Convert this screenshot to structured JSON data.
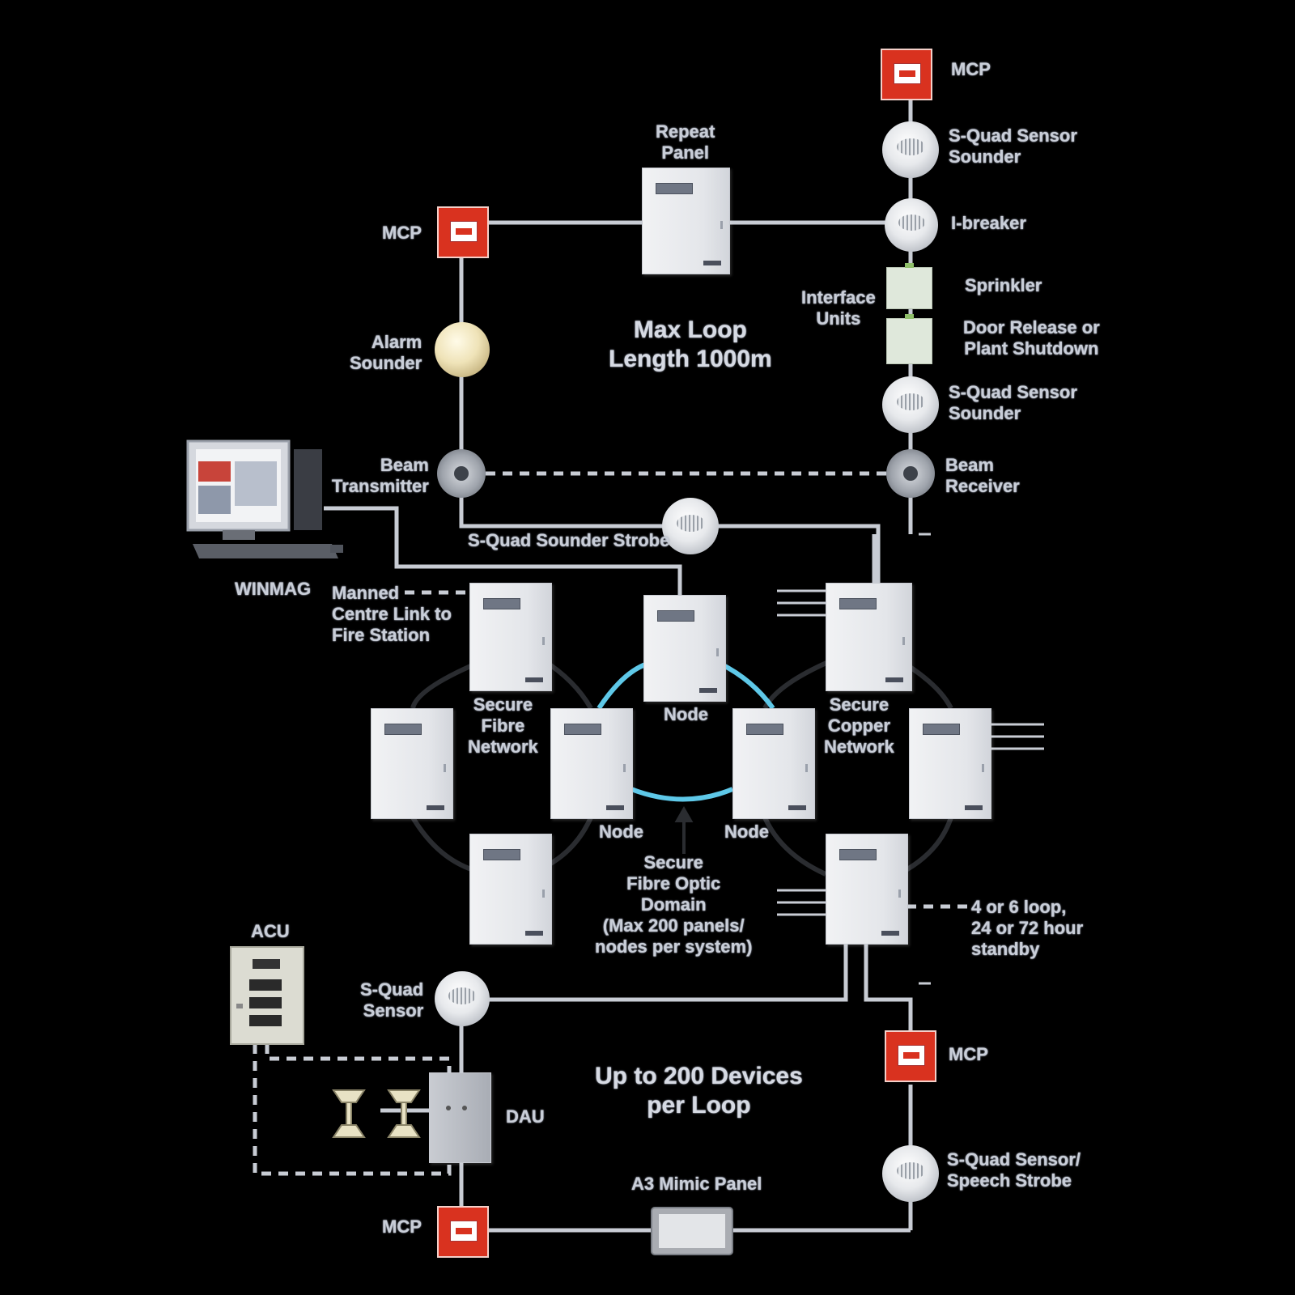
{
  "labels": {
    "mcp_top_right": "MCP",
    "sensor_sounder_top": "S-Quad Sensor\nSounder",
    "breaker": "I-breaker",
    "sprinkler": "Sprinkler",
    "interface_units": "Interface\nUnits",
    "door_release": "Door Release or\nPlant Shutdown",
    "sensor_sounder_mid": "S-Quad Sensor\nSounder",
    "repeat_panel": "Repeat\nPanel",
    "mcp_top_left": "MCP",
    "alarm_sounder": "Alarm\nSounder",
    "max_loop": "Max Loop\nLength 1000m",
    "beam_transmitter": "Beam\nTransmitter",
    "beam_receiver": "Beam\nReceiver",
    "sounder_strobe": "S-Quad Sounder Strobe",
    "winmag": "WINMAG",
    "manned_centre": "Manned\nCentre Link to\nFire Station",
    "secure_fibre_network": "Secure\nFibre\nNetwork",
    "node_top": "Node",
    "secure_copper_network": "Secure\nCopper\nNetwork",
    "node_left": "Node",
    "node_right": "Node",
    "fibre_optic_domain": "Secure\nFibre Optic\nDomain\n(Max 200 panels/\nnodes per system)",
    "loop_standby": "4 or 6 loop,\n24 or 72 hour\nstandby",
    "acu": "ACU",
    "squad_sensor": "S-Quad\nSensor",
    "dau": "DAU",
    "up_to_200": "Up to 200 Devices\nper Loop",
    "mcp_bottom_right": "MCP",
    "sensor_speech_strobe": "S-Quad Sensor/\nSpeech Strobe",
    "mimic_panel": "A3 Mimic Panel",
    "mcp_bottom_left": "MCP"
  },
  "colors": {
    "background": "#000000",
    "wire": "#c8ccd4",
    "fibre": "#5ec8e8",
    "network": "#2a2c30",
    "mcp": "#d9321f"
  },
  "icons": [
    "control-panel-icon",
    "manual-call-point-icon",
    "smoke-detector-icon",
    "beam-detector-icon",
    "alarm-sounder-icon",
    "interface-unit-icon",
    "computer-icon",
    "access-control-unit-icon",
    "speaker-icon",
    "mimic-panel-icon"
  ]
}
